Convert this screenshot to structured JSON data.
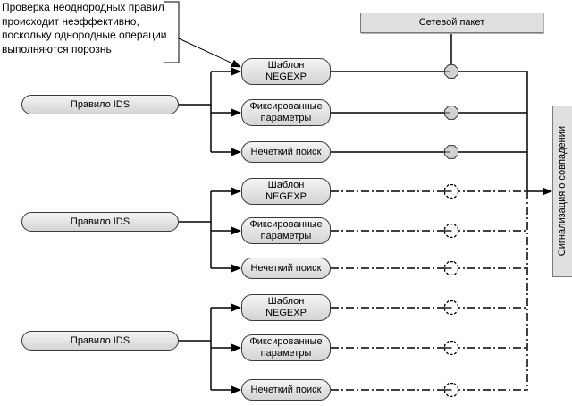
{
  "annotation": {
    "lines": [
      "Проверка неоднородных правил",
      "происходит неэффективно,",
      "поскольку однородные операции",
      "выполняются порознь"
    ]
  },
  "network_packet": {
    "label": "Сетевой пакет"
  },
  "match_signal": {
    "label": "Сигнализация о совпадении"
  },
  "rules": [
    {
      "label": "Правило IDS",
      "checks": [
        {
          "lines": [
            "Шаблон",
            "NEGEXP"
          ]
        },
        {
          "lines": [
            "Фиксированные",
            "параметры"
          ]
        },
        {
          "lines": [
            "Нечеткий поиск"
          ]
        }
      ]
    },
    {
      "label": "Правило IDS",
      "checks": [
        {
          "lines": [
            "Шаблон",
            "NEGEXP"
          ]
        },
        {
          "lines": [
            "Фиксированные",
            "параметры"
          ]
        },
        {
          "lines": [
            "Нечеткий поиск"
          ]
        }
      ]
    },
    {
      "label": "Правило IDS",
      "checks": [
        {
          "lines": [
            "Шаблон",
            "NEGEXP"
          ]
        },
        {
          "lines": [
            "Фиксированные",
            "параметры"
          ]
        },
        {
          "lines": [
            "Нечеткий поиск"
          ]
        }
      ]
    }
  ],
  "colors": {
    "box_fill_top": "#f4f4f4",
    "box_fill_bottom": "#d4d4d4",
    "panel_fill": "#e0e0e0",
    "node_fill": "#d2d2d2",
    "line": "#000000"
  }
}
